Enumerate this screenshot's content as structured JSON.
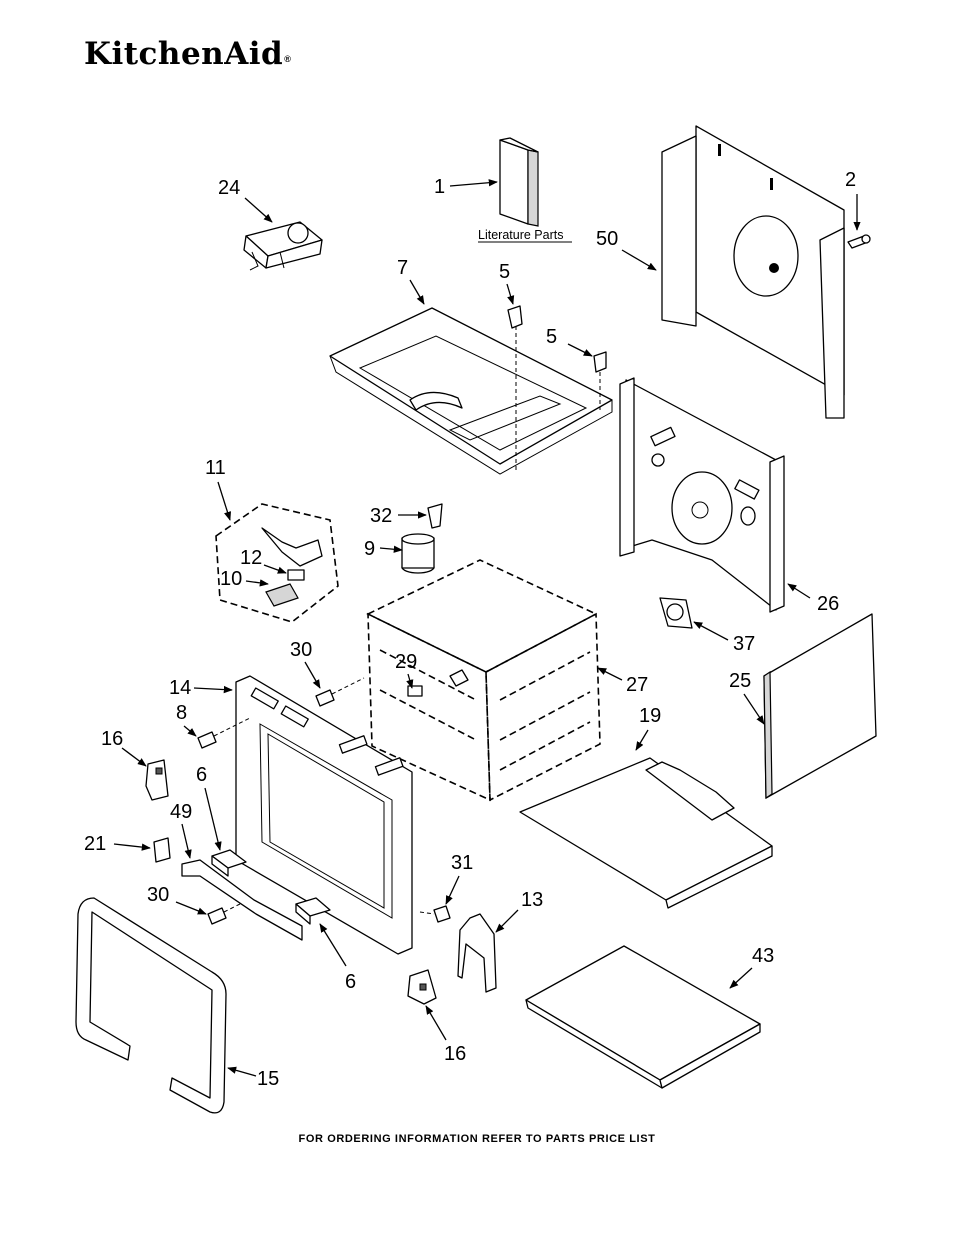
{
  "brand": {
    "name": "KitchenAid",
    "mark": "®"
  },
  "literature_label": "Literature Parts",
  "footer_text": "FOR ORDERING INFORMATION REFER TO PARTS PRICE LIST",
  "callouts": [
    "1",
    "2",
    "5",
    "5",
    "7",
    "24",
    "50",
    "11",
    "12",
    "10",
    "32",
    "9",
    "26",
    "37",
    "30",
    "29",
    "27",
    "14",
    "8",
    "16",
    "6",
    "49",
    "21",
    "30",
    "25",
    "19",
    "31",
    "13",
    "6",
    "43",
    "16",
    "15"
  ]
}
